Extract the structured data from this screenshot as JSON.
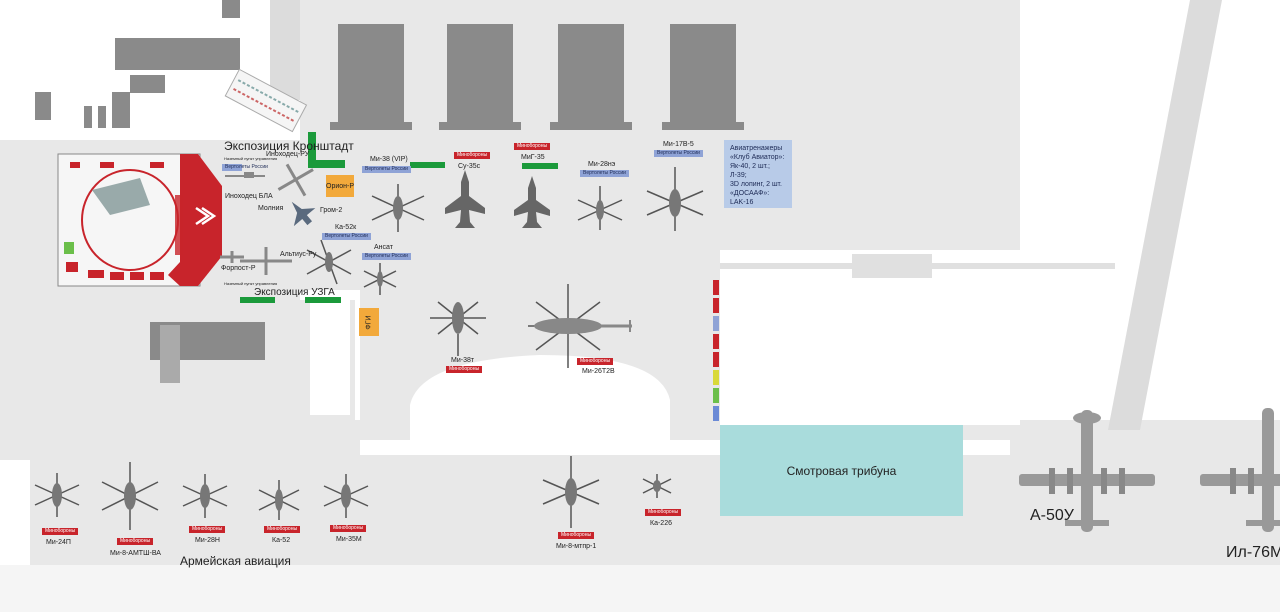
{
  "labels": {
    "kronshtadt": "Экспозиция Кронштадт",
    "inokhodets_ru": "Иноходец-РУ",
    "inokhodets_bla": "Иноходец БЛА",
    "molnia": "Молния",
    "grom2": "Гром-2",
    "orion_r": "Орион-Р",
    "naz_punkt1": "Наземный пункт управления",
    "naz_punkt2": "Наземный пункт управления",
    "forpost_r": "Форпост-Р",
    "altius_ru": "Альтиус-Ру",
    "uzga": "Экспозиция УЗГА",
    "ka52k": "Ка-52к",
    "ansat": "Ансат",
    "fgi": "ФГИ",
    "mi38vip": "Ми-38 (VIP)",
    "su35s": "Су-35с",
    "mig35": "МиГ-35",
    "mi28nm": "Ми-28нэ",
    "mi178": "Ми-17В-5",
    "mi38t": "Ми-38т",
    "mi26t2v": "Ми-26Т2В",
    "tribune": "Смотровая трибуна",
    "a50u": "А-50У",
    "il76m": "Ил-76М",
    "mi24p": "Ми-24П",
    "mi8amtsh": "Ми-8-АМТШ-ВА",
    "mi28n": "Ми-28Н",
    "ka52": "Ка-52",
    "mi35m": "Ми-35М",
    "army_aviation": "Армейская авиация",
    "mi8mtpr1": "Ми-8-мтпр-1",
    "ka226": "Ка-226"
  },
  "badges": {
    "minoborony": "Минобороны",
    "vertolety": "Вертолеты России"
  },
  "info_box": "Авиатренажеры\n«Клуб Авиатор»:\nЯк-40, 2 шт.;\nЛ-39;\n3D лопинг, 2 шт.\n«ДОСААФ»:\nLAK-16",
  "colors": {
    "minoborony": "#c8242b",
    "vertolety": "#8fa3d6",
    "greenbar": "#1b9a3b",
    "orange": "#f2a93b",
    "tribune": "#a9dcdc",
    "pavement": "#e9e9e9",
    "hangar": "#8a8a8a"
  }
}
